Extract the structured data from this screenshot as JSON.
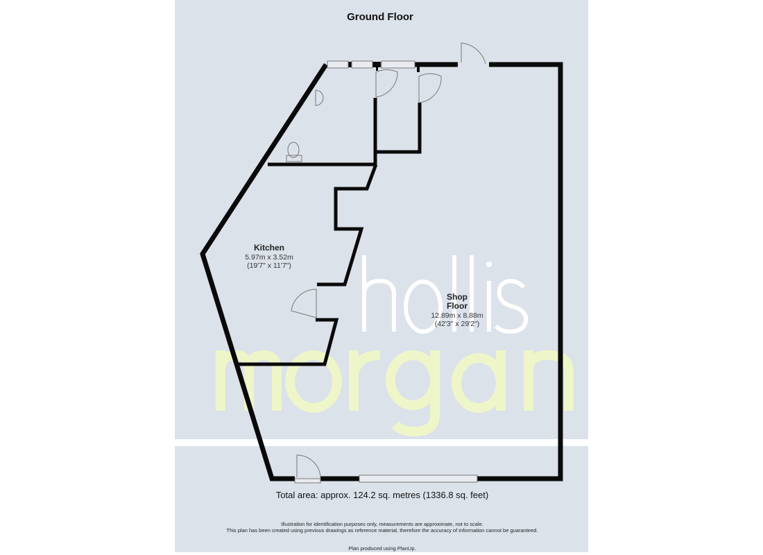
{
  "plan": {
    "title": "Ground Floor",
    "rooms": [
      {
        "name": "Kitchen",
        "metric": "5.97m x 3.52m",
        "imperial": "(19'7\" x 11'7\")"
      },
      {
        "name_line1": "Shop",
        "name_line2": "Floor",
        "metric": "12.89m x 8.88m",
        "imperial": "(42'3\" x 29'2\")"
      }
    ],
    "total_area": "Total area: approx. 124.2 sq. metres (1336.8 sq. feet)",
    "disclaimer_1": "Illustration for identification purposes only, measurements are approximate, not to scale.",
    "disclaimer_2": "This plan has been created using previous drawings as reference material, therefore the accuracy of information cannot be guaranteed.",
    "credit": "Plan produced using PlanUp."
  },
  "watermark": {
    "line1": "hollis",
    "line2": "morgan",
    "color1": "#ffffff",
    "color2": "#eef5c8"
  },
  "colors": {
    "background": "#dce2ea",
    "walls": "#0a0a0a"
  }
}
